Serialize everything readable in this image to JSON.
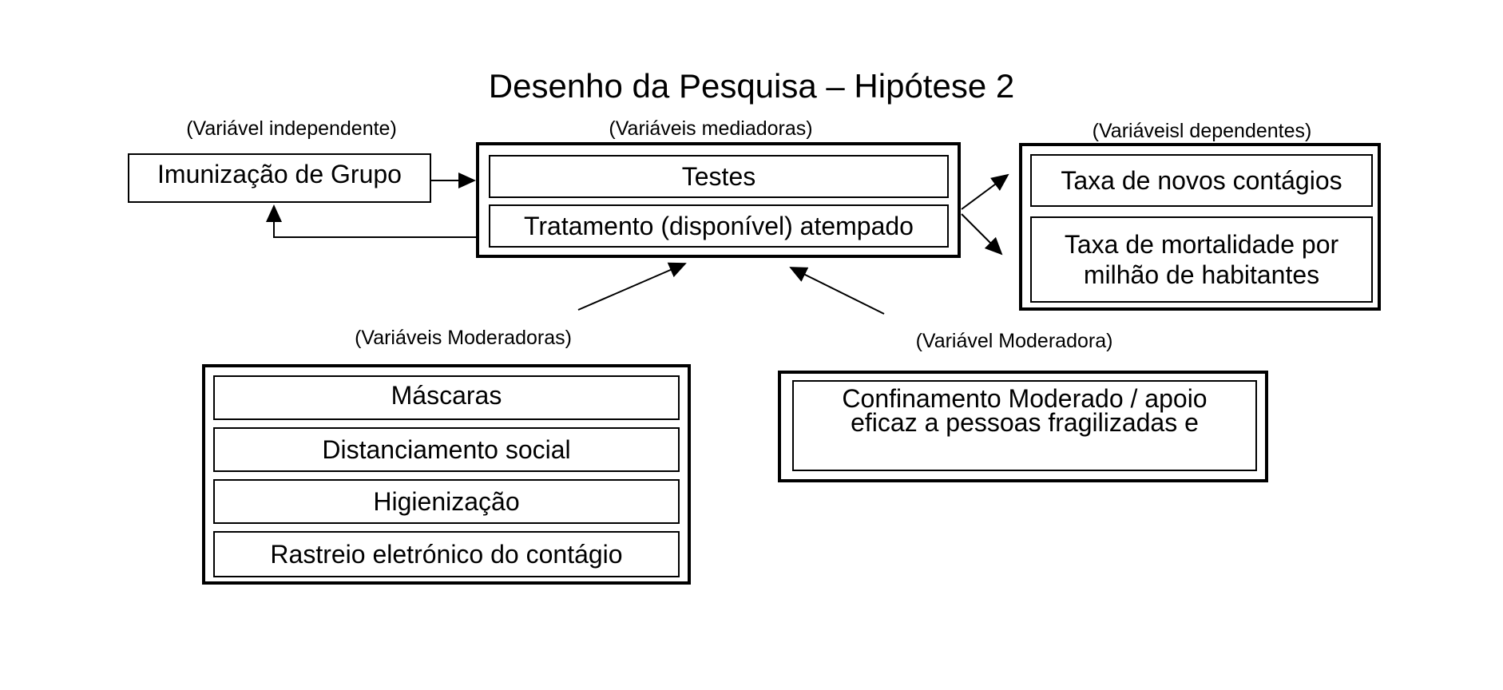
{
  "title": "Desenho da Pesquisa – Hipótese 2",
  "independent": {
    "caption": "(Variável independente)",
    "item": "Imunização de Grupo"
  },
  "mediators": {
    "caption": "(Variáveis mediadoras)",
    "items": [
      "Testes",
      "Tratamento (disponível) atempado"
    ]
  },
  "dependents": {
    "caption": "(Variáveisl dependentes)",
    "items": [
      "Taxa de novos contágios",
      "Taxa de mortalidade por milhão de habitantes"
    ]
  },
  "moderators_left": {
    "caption": "(Variáveis Moderadoras)",
    "items": [
      "Máscaras",
      "Distanciamento social",
      "Higienização",
      "Rastreio eletrónico do contágio"
    ]
  },
  "moderator_right": {
    "caption": "(Variável Moderadora)",
    "item": "Confinamento Moderado / apoio eficaz a pessoas fragilizadas e"
  }
}
